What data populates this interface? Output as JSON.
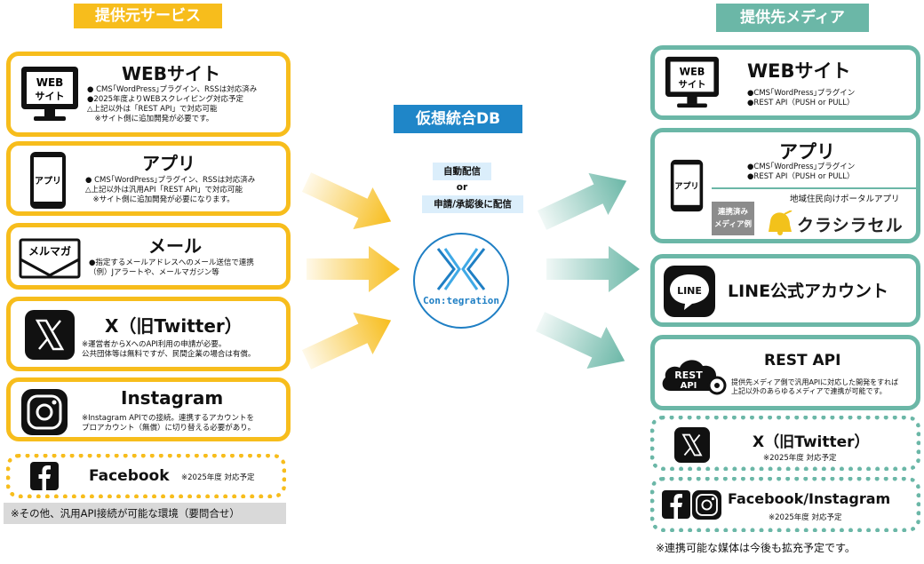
{
  "left": {
    "header": "提供元サービス",
    "web": {
      "title": "WEBサイト",
      "icon_text_1": "WEB",
      "icon_text_2": "サイト",
      "lines": [
        "● CMS｢WordPress｣プラグイン、RSSは対応済み",
        "●2025年度よりWEBスクレイピング対応予定",
        "△上記以外は「REST API」で対応可能",
        "　※サイト側に追加開発が必要です。"
      ]
    },
    "app": {
      "title": "アプリ",
      "icon_text": "アプリ",
      "lines": [
        "● CMS｢WordPress｣プラグイン、RSSは対応済み",
        "△上記以外は汎用API「REST API」で対応可能",
        "　※サイト側に追加開発が必要になります。"
      ]
    },
    "mail": {
      "title": "メール",
      "icon_text": "メルマガ",
      "lines": [
        "●指定するメールアドレスへのメール送信で連携",
        "（例）Jアラートや、メールマガジン等"
      ]
    },
    "x": {
      "title": "X（旧Twitter）",
      "lines": [
        "※運営者からXへのAPI利用の申請が必要。",
        "公共団体等は無料ですが、民間企業の場合は有償。"
      ]
    },
    "instagram": {
      "title": "Instagram",
      "lines": [
        "※Instagram APIでの接続。連携するアカウントを",
        "プロアカウント（無償）に切り替える必要があり。"
      ]
    },
    "facebook": {
      "title": "Facebook",
      "note": "※2025年度 対応予定"
    },
    "footer": "※その他、汎用API接続が可能な環境（要問合せ）"
  },
  "center": {
    "header": "仮想統合DB",
    "label1": "自動配信",
    "label_or": "or",
    "label2": "申請/承認後に配信",
    "logo_text": "Con:tegration"
  },
  "right": {
    "header": "提供先メディア",
    "web": {
      "title": "WEBサイト",
      "icon_text_1": "WEB",
      "icon_text_2": "サイト",
      "lines": [
        "●CMS｢WordPress｣プラグイン",
        "●REST API（PUSH or PULL）"
      ]
    },
    "app": {
      "title": "アプリ",
      "icon_text": "アプリ",
      "lines": [
        "●CMS｢WordPress｣プラグイン",
        "●REST API（PUSH or PULL）"
      ],
      "example_badge_1": "連携済み",
      "example_badge_2": "メディア例",
      "example_caption": "地域住民向けポータルアプリ",
      "example_name": "クラシラセル"
    },
    "line": {
      "title": "LINE公式アカウント",
      "icon_text": "LINE"
    },
    "rest": {
      "title": "REST API",
      "icon_text_1": "REST",
      "icon_text_2": "API",
      "lines": [
        "提供先メディア側で汎用APIに対応した開発をすれば",
        "上記以外のあらゆるメディアで連携が可能です。"
      ]
    },
    "x": {
      "title": "X（旧Twitter）",
      "note": "※2025年度 対応予定"
    },
    "fbig": {
      "title": "Facebook/Instagram",
      "note": "※2025年度 対応予定"
    },
    "footer": "※連携可能な媒体は今後も拡充予定です。"
  },
  "colors": {
    "yellow": "#f7bd1c",
    "teal": "#6bb7a7",
    "center_header": "#1f86c8",
    "logo_blue": "#1f7fc4"
  }
}
